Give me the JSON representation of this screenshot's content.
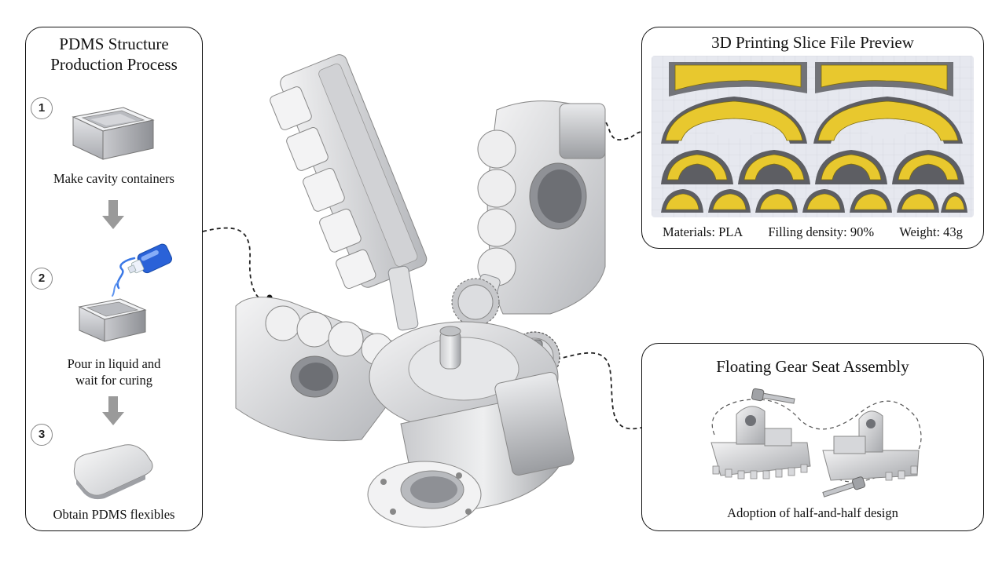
{
  "left_panel": {
    "title_line1": "PDMS Structure",
    "title_line2": "Production Process",
    "steps": [
      {
        "number": "1",
        "caption_line1": "Make cavity containers",
        "caption_line2": ""
      },
      {
        "number": "2",
        "caption_line1": "Pour in liquid and",
        "caption_line2": "wait for curing"
      },
      {
        "number": "3",
        "caption_line1": "Obtain PDMS flexibles",
        "caption_line2": ""
      }
    ]
  },
  "slice_panel": {
    "title": "3D Printing Slice File Preview",
    "specs": {
      "materials": "Materials: PLA",
      "density": "Filling density: 90%",
      "weight": "Weight: 43g"
    }
  },
  "gear_panel": {
    "title": "Floating Gear Seat Assembly",
    "caption": "Adoption of half-and-half design"
  },
  "colors": {
    "border": "#111111",
    "print_yellow": "#e8c82e",
    "print_shadow": "#6b6b70",
    "bottle_blue": "#2a62d8",
    "metal": "#d9dadd"
  }
}
